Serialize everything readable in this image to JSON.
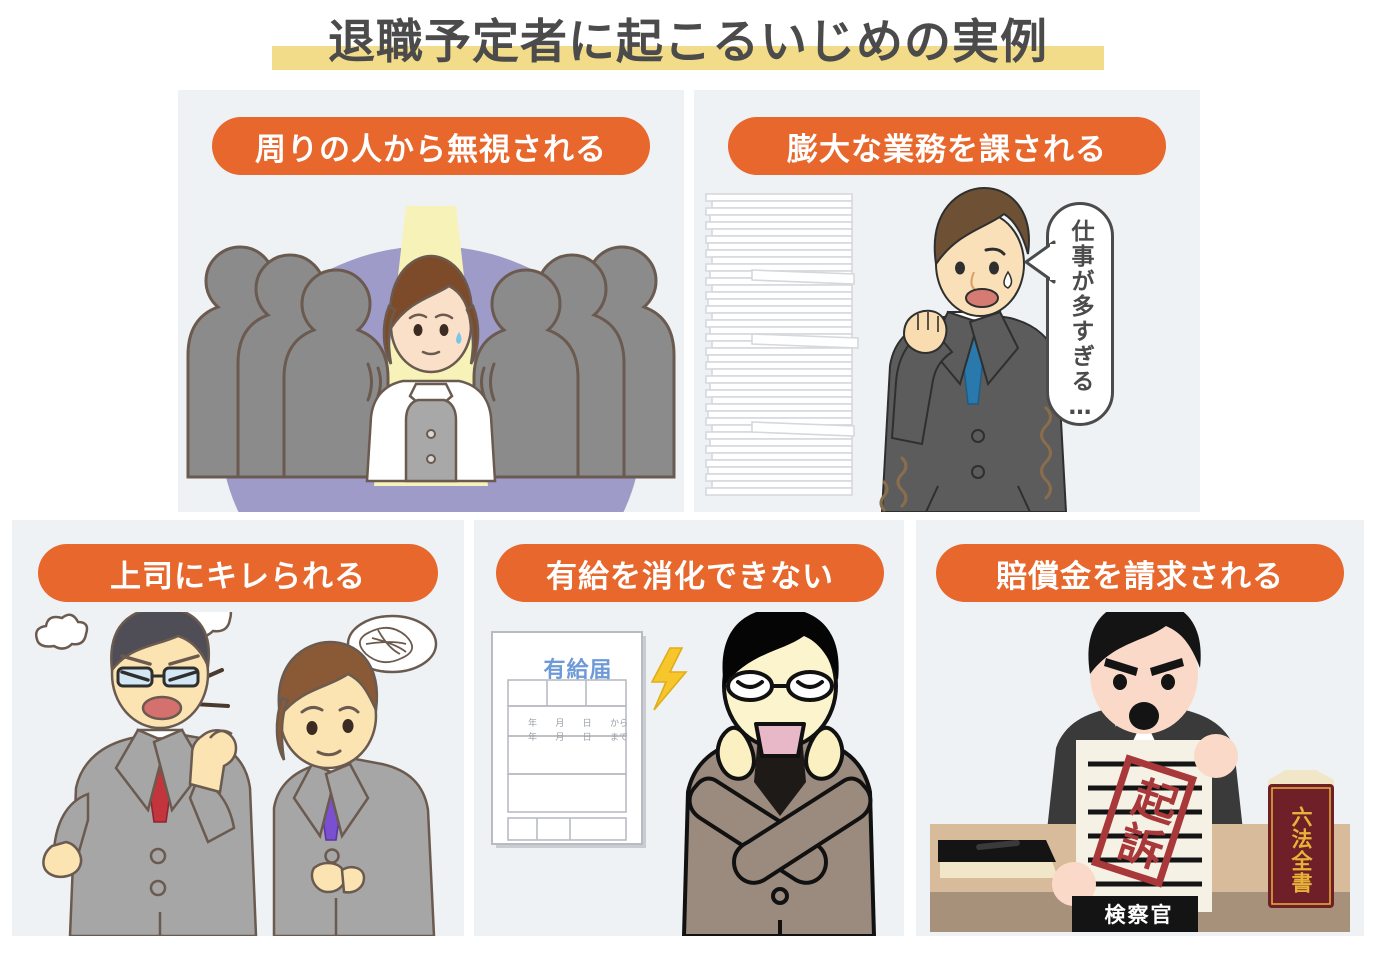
{
  "title": {
    "text": "退職予定者に起こるいじめの実例",
    "text_color": "#4b4b4b",
    "highlight_color": "#f2dc8a"
  },
  "theme": {
    "page_background": "#ffffff",
    "panel_background": "#eef2f4",
    "pill_color": "#e8672c",
    "pill_text_color": "#ffffff"
  },
  "panels": [
    {
      "id": 1,
      "label": "周りの人から無視される",
      "illustration": "woman-ignored-in-spotlight",
      "elements": {
        "spotlight_color": "#f7f3b8",
        "backdrop_color": "#9f9bc9",
        "silhouette_color": "#8b8b8b"
      }
    },
    {
      "id": 2,
      "label": "膨大な業務を課される",
      "illustration": "man-with-huge-paper-stack",
      "speech_bubble": "仕事が多すぎる…",
      "elements": {
        "suit_color": "#5c5c5c",
        "tie_color": "#2a79ad",
        "paper_color": "#f4f5f6"
      }
    },
    {
      "id": 3,
      "label": "上司にキレられる",
      "illustration": "boss-yelling-at-employee",
      "elements": {
        "boss_tie_color": "#c4343d",
        "employee_tie_color": "#7a4fd0",
        "suit_color": "#a6a6a6"
      }
    },
    {
      "id": 4,
      "label": "有給を消化できない",
      "illustration": "man-refusing-paid-leave-form",
      "form": {
        "heading": "有給届",
        "heading_color": "#6e9bd8",
        "row_from": [
          "年",
          "月",
          "日",
          "から"
        ],
        "row_to": [
          "年",
          "月",
          "日",
          "まで"
        ]
      },
      "elements": {
        "suit_color": "#9b8b7e",
        "lightning_color": "#f7c62c"
      }
    },
    {
      "id": 5,
      "label": "賠償金を請求される",
      "illustration": "prosecutor-with-indictment",
      "document_stamp": "起訴",
      "nameplate": "検察官",
      "law_book": "六法全書",
      "elements": {
        "stamp_color": "#a8383a",
        "book_color": "#6e1f27",
        "book_text_color": "#e8b23a",
        "desk_color": "#d7bb9a",
        "desk_front_color": "#a8917a"
      }
    }
  ]
}
